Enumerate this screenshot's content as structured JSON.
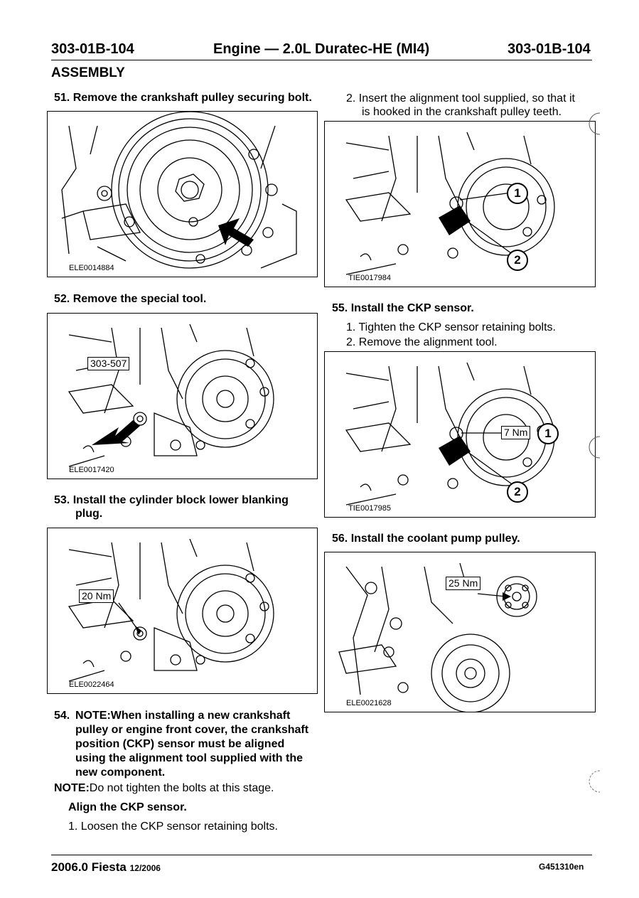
{
  "header": {
    "left_code": "303-01B-104",
    "title": "Engine — 2.0L Duratec-HE (MI4)",
    "right_code": "303-01B-104"
  },
  "section_title": "ASSEMBLY",
  "left_column": {
    "step51": {
      "number": "51.",
      "text": "Remove the crankshaft pulley securing bolt.",
      "figure_id": "ELE0014884"
    },
    "step52": {
      "number": "52.",
      "text": "Remove the special tool.",
      "figure_id": "ELE0017420",
      "tool_label": "303-507"
    },
    "step53": {
      "number": "53.",
      "text_line1": "Install the cylinder block lower blanking",
      "text_line2": "plug.",
      "figure_id": "ELE0022464",
      "torque_label": "20 Nm"
    },
    "step54": {
      "number": "54.",
      "note_lines": [
        "NOTE:When installing a new crankshaft",
        "pulley or engine front cover, the crankshaft",
        "position (CKP) sensor must be aligned",
        "using the alignment tool supplied with the",
        "new component."
      ],
      "note2_prefix": "NOTE:",
      "note2_text": "Do not tighten the bolts at this stage.",
      "subheading": "Align the CKP sensor.",
      "substep1": "1.  Loosen the CKP sensor retaining bolts."
    }
  },
  "right_column": {
    "substep2_line1": "2.  Insert the alignment tool supplied, so that it",
    "substep2_line2": "is hooked in the crankshaft pulley teeth.",
    "fig1": {
      "figure_id": "TIE0017984",
      "callout1": "1",
      "callout2": "2"
    },
    "step55": {
      "number": "55.",
      "text": "Install the CKP sensor.",
      "sub1": "1.  Tighten the CKP sensor retaining bolts.",
      "sub2": "2.  Remove the alignment tool.",
      "figure_id": "TIE0017985",
      "torque_label": "7 Nm",
      "callout1": "1",
      "callout2": "2"
    },
    "step56": {
      "number": "56.",
      "text": "Install the coolant pump pulley.",
      "figure_id": "ELE0021628",
      "torque_label": "25 Nm"
    }
  },
  "footer": {
    "model": "2006.0 Fiesta",
    "date": "12/2006",
    "code": "G451310en"
  }
}
